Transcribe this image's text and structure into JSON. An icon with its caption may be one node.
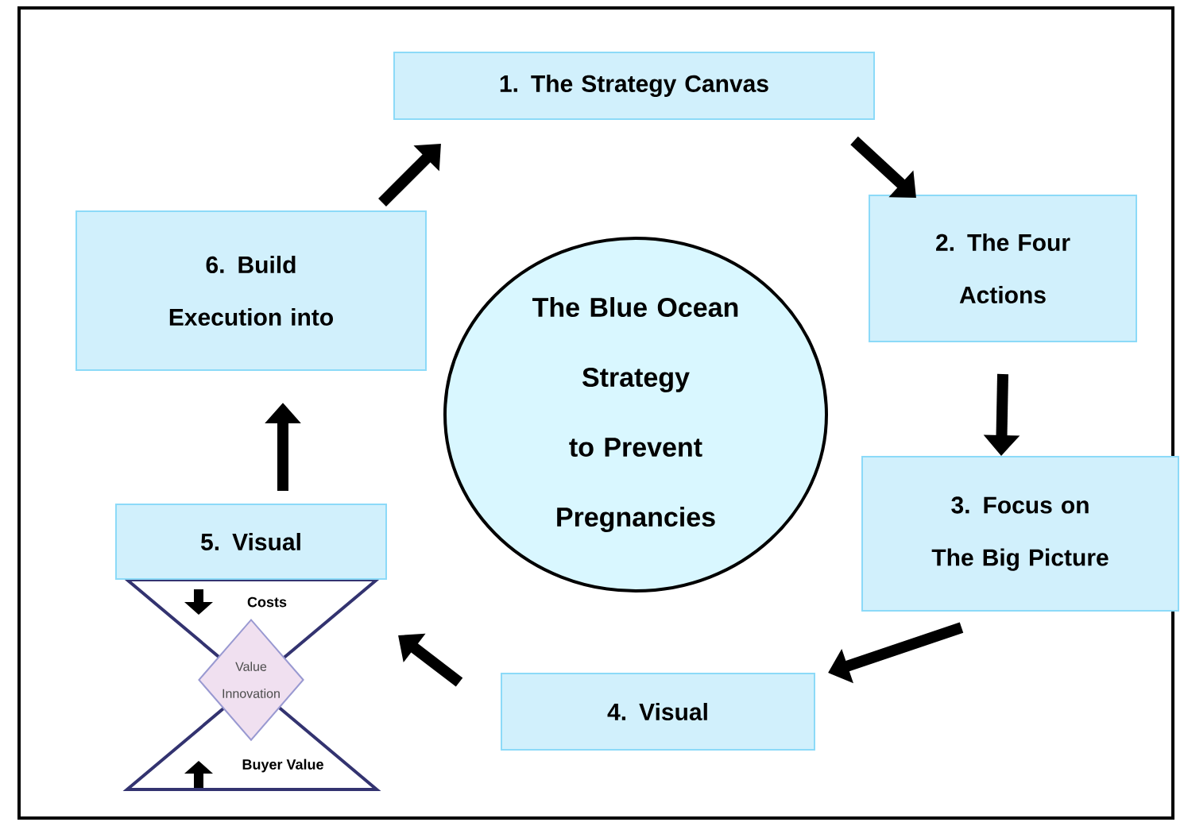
{
  "diagram": {
    "nodes": [
      {
        "text": [
          "1. The Strategy Canvas"
        ]
      },
      {
        "text": [
          "2. The Four Actions"
        ]
      },
      {
        "text": [
          "3. Focus on The Big Picture"
        ]
      },
      {
        "text": [
          "4. Visual"
        ]
      },
      {
        "text": [
          "5. Visual"
        ]
      },
      {
        "text": [
          "Value Innovation"
        ]
      },
      {
        "text": [
          "6. Build Execution into"
        ]
      },
      {
        "text": [
          "The Blue Ocean Strategy to Prevent Pregnancies"
        ]
      }
    ],
    "edges": [
      {
        "from": 0,
        "to": 1,
        "arrow": "to"
      },
      {
        "from": 1,
        "to": 2,
        "arrow": "to"
      },
      {
        "from": 2,
        "to": 3,
        "arrow": "to"
      },
      {
        "from": 3,
        "to": 4,
        "arrow": "to"
      },
      {
        "from": 4,
        "to": 6,
        "arrow": "to"
      },
      {
        "from": 6,
        "to": 0,
        "arrow": "to"
      }
    ],
    "labels": [
      "Costs",
      "Buyer Value"
    ]
  }
}
